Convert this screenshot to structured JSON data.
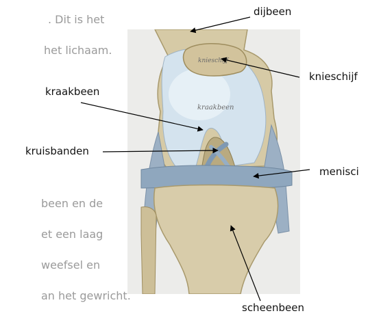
{
  "background_text": {
    "line1": ". Dit is het",
    "line2": "het lichaam.",
    "line3": "been en de",
    "line4": "et een laag",
    "line5": "weefsel en",
    "line6": "an het gewricht."
  },
  "labels": {
    "dijbeen": "dijbeen",
    "knieschijf": "knieschijf",
    "kraakbeen": "kraakbeen",
    "kruisbanden": "kruisbanden",
    "menisci": "menisci",
    "scheenbeen": "scheenbeen"
  },
  "handwritten": {
    "knieschijf": "knieschijf",
    "kraakbeen": "kraakbeen"
  },
  "colors": {
    "bone": "#d8ccaa",
    "bone_shadow": "#b9aa80",
    "cartilage": "#d8e6ef",
    "ligament": "#8da6bd",
    "paper": "#ededea"
  }
}
